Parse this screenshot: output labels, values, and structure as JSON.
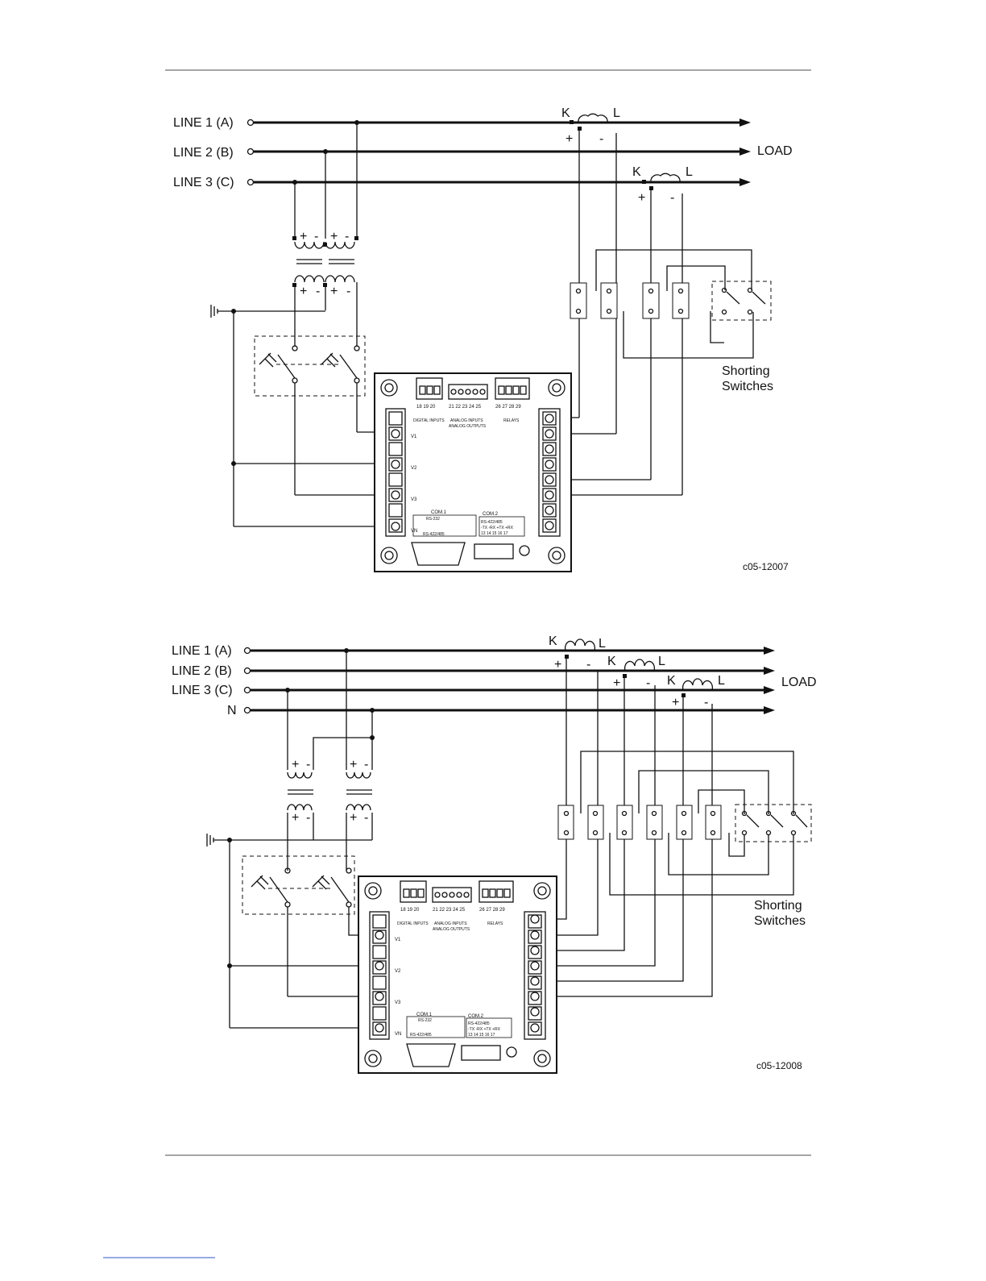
{
  "diagram_top": {
    "lines": [
      "LINE 1  (A)",
      "LINE 2  (B)",
      "LINE 3  (C)"
    ],
    "load_label": "LOAD",
    "ct_k": "K",
    "ct_l": "L",
    "plus": "+",
    "minus": "-",
    "switch_label_1": "Shorting",
    "switch_label_2": "Switches",
    "figure_code": "c05-12007"
  },
  "diagram_bottom": {
    "lines": [
      "LINE 1  (A)",
      "LINE 2  (B)",
      "LINE 3  (C)",
      "N"
    ],
    "load_label": "LOAD",
    "ct_k": "K",
    "ct_l": "L",
    "plus": "+",
    "minus": "-",
    "switch_label_1": "Shorting",
    "switch_label_2": "Switches",
    "figure_code": "c05-12008"
  },
  "device": {
    "top_numbers_left": "18 19 20",
    "top_numbers_mid": "21 22 23 24 25",
    "top_numbers_right": "26 27 28 29",
    "digital_inputs": "DIGITAL INPUTS",
    "analog_inputs": "ANALOG INPUTS",
    "analog_outputs": "ANALOG OUTPUTS",
    "relays": "RELAYS",
    "com1": "COM.1",
    "com2": "COM.2",
    "rs232": "RS-232",
    "rs422": "RS-422/485",
    "com2_sig": "-TX -RX +TX +RX",
    "com2_pins": "13 14 15 16 17",
    "v1": "V1",
    "v2": "V2",
    "v3": "V3",
    "vn": "VN"
  }
}
